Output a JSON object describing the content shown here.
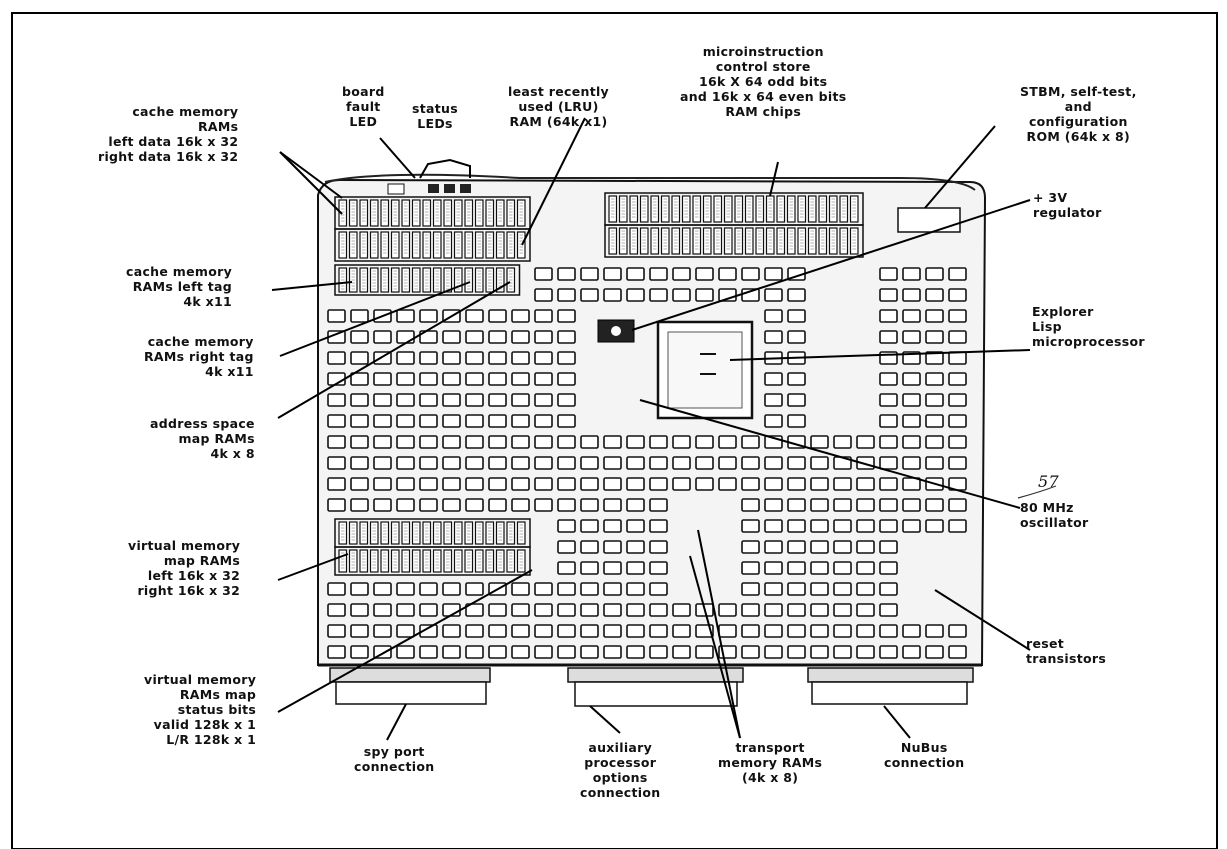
{
  "labels": {
    "cache_data": [
      "cache memory",
      "RAMs",
      "left data 16k x 32",
      "right data 16k x 32"
    ],
    "board_fault": [
      "board",
      "fault",
      "LED"
    ],
    "status_leds": [
      "status",
      "LEDs"
    ],
    "lru_ram": [
      "least recently",
      "used (LRU)",
      "RAM (64k x1)"
    ],
    "control_store": [
      "microinstruction",
      "control store",
      "16k X 64 odd bits",
      "and 16k x 64 even bits",
      "RAM chips"
    ],
    "stbm": [
      "STBM, self-test,",
      "and",
      "configuration",
      "ROM (64k x 8)"
    ],
    "regulator": [
      "+ 3V",
      "regulator"
    ],
    "cache_left_tag": [
      "cache memory",
      "RAMs left tag",
      "4k x11"
    ],
    "cache_right_tag": [
      "cache memory",
      "RAMs right tag",
      "4k x11"
    ],
    "lisp_cpu": [
      "Explorer",
      "Lisp",
      "microprocessor"
    ],
    "address_space": [
      "address space",
      "map RAMs",
      "4k x 8"
    ],
    "oscillator": [
      "80 MHz",
      "oscillator"
    ],
    "vm_map": [
      "virtual memory",
      "map RAMs",
      "left 16k x 32",
      "right 16k  x 32"
    ],
    "vm_status": [
      "virtual memory",
      "RAMs map",
      "status  bits",
      "valid 128k x 1",
      "L/R 128k x 1"
    ],
    "reset": [
      "reset",
      "transistors"
    ],
    "spy_port": [
      "spy port",
      "connection"
    ],
    "aux_proc": [
      "auxiliary",
      "processor",
      "options",
      "connection"
    ],
    "transport": [
      "transport",
      "memory RAMs",
      "(4k x 8)"
    ],
    "nubus": [
      "NuBus",
      "connection"
    ],
    "handwritten_mark": "57"
  }
}
